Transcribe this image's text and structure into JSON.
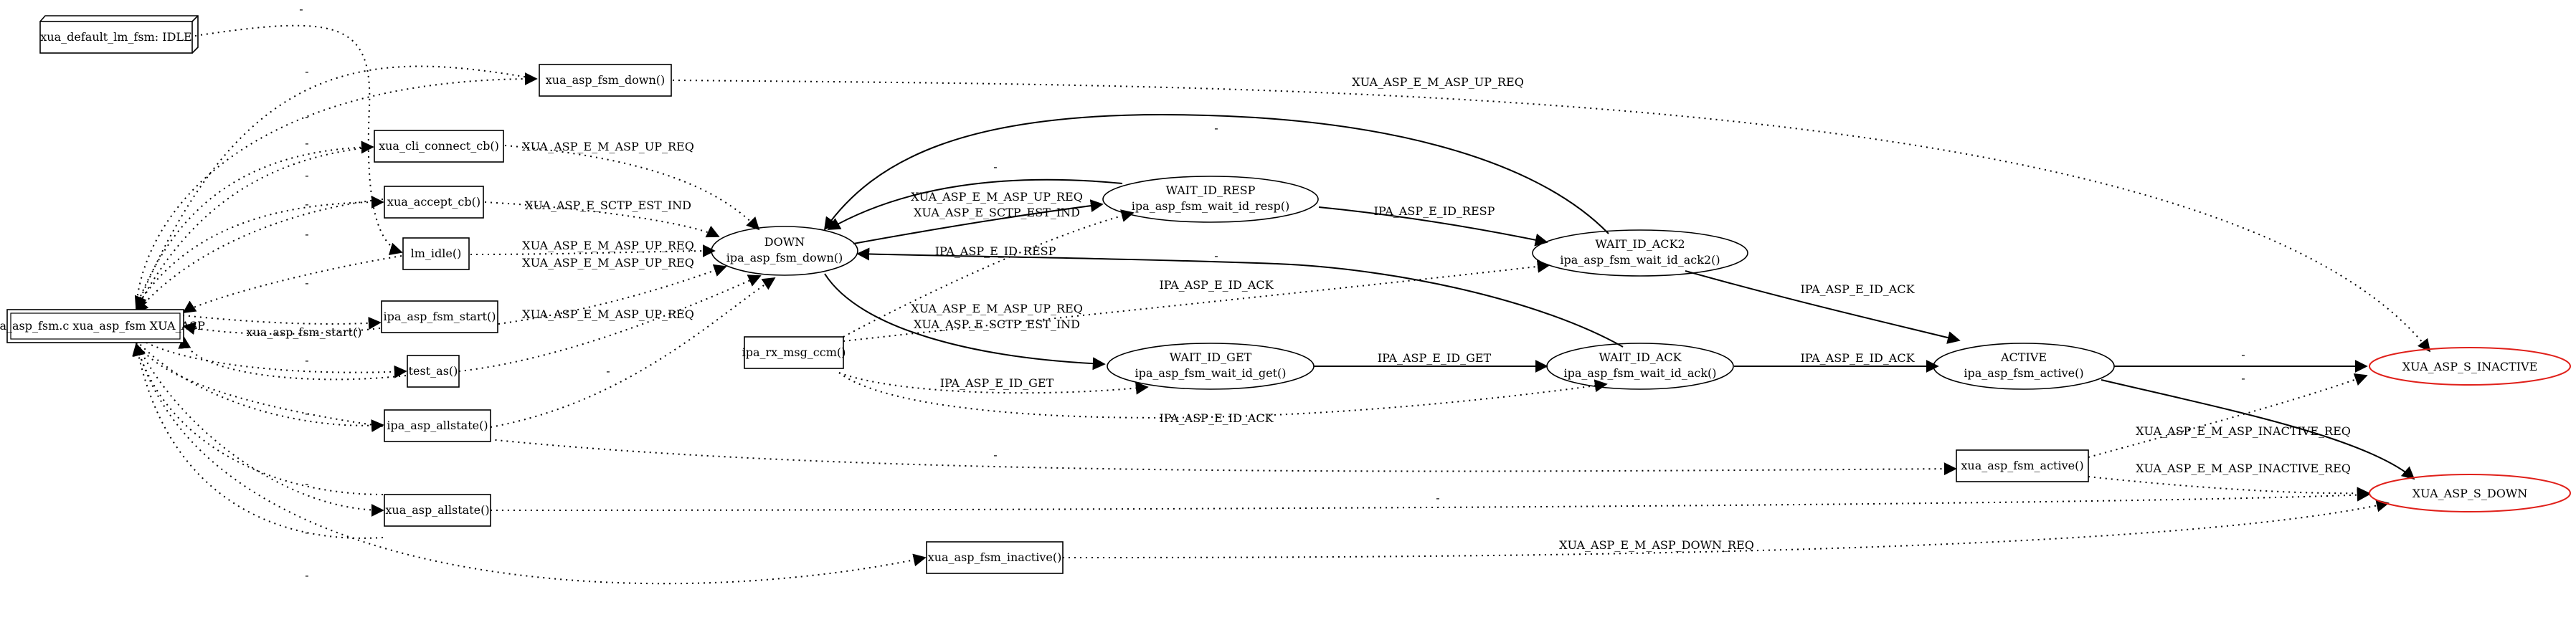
{
  "nodes": {
    "fsm_default": "xua_default_lm_fsm: IDLE",
    "xua_asp": "xua_asp_fsm.c xua_asp_fsm XUA_ASP",
    "asp_fsm_down": "xua_asp_fsm_down()",
    "cli_connect_cb": "xua_cli_connect_cb()",
    "accept_cb": "xua_accept_cb()",
    "lm_idle": "lm_idle()",
    "ipa_asp_fsm_start": "ipa_asp_fsm_start()",
    "test_as": "test_as()",
    "ipa_asp_allstate": "ipa_asp_allstate()",
    "xua_asp_allstate": "xua_asp_allstate()",
    "xua_asp_fsm_inactive": "xua_asp_fsm_inactive()",
    "ipa_rx_msg_ccm": "ipa_rx_msg_ccm()",
    "xua_asp_fsm_active": "xua_asp_fsm_active()",
    "down": {
      "name": "DOWN",
      "fn": "ipa_asp_fsm_down()"
    },
    "wait_id_resp": {
      "name": "WAIT_ID_RESP",
      "fn": "ipa_asp_fsm_wait_id_resp()"
    },
    "wait_id_ack2": {
      "name": "WAIT_ID_ACK2",
      "fn": "ipa_asp_fsm_wait_id_ack2()"
    },
    "wait_id_get": {
      "name": "WAIT_ID_GET",
      "fn": "ipa_asp_fsm_wait_id_get()"
    },
    "wait_id_ack": {
      "name": "WAIT_ID_ACK",
      "fn": "ipa_asp_fsm_wait_id_ack()"
    },
    "active": {
      "name": "ACTIVE",
      "fn": "ipa_asp_fsm_active()"
    },
    "s_inactive": "XUA_ASP_S_INACTIVE",
    "s_down": "XUA_ASP_S_DOWN"
  },
  "edge_labels": {
    "m_asp_up_req": "XUA_ASP_E_M_ASP_UP_REQ",
    "sctp_est_ind": "XUA_ASP_E_SCTP_EST_IND",
    "id_resp": "IPA_ASP_E_ID_RESP",
    "id_ack": "IPA_ASP_E_ID_ACK",
    "id_get": "IPA_ASP_E_ID_GET",
    "m_asp_inactive_req": "XUA_ASP_E_M_ASP_INACTIVE_REQ",
    "m_asp_down_req": "XUA_ASP_E_M_ASP_DOWN_REQ",
    "asp_fsm_start": "xua_asp_fsm_start()",
    "dash": "-"
  },
  "colors": {
    "final_state_border": "#e0201a",
    "line": "#000000",
    "background": "#ffffff"
  }
}
